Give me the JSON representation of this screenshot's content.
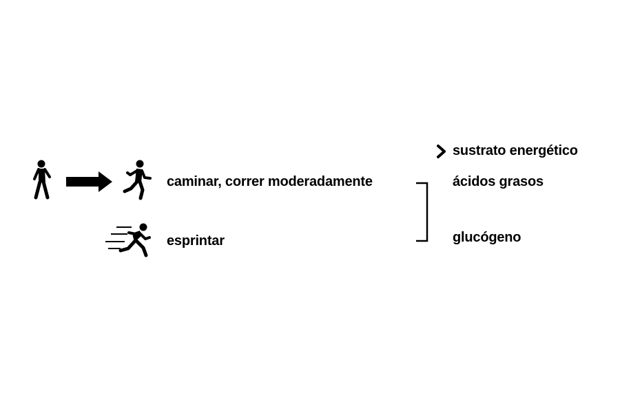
{
  "diagram": {
    "activities": {
      "moderate_label": "caminar, correr moderadamente",
      "sprint_label": "esprintar"
    },
    "substrate": {
      "header": "sustrato energético",
      "fat": "ácidos grasos",
      "glycogen": "glucógeno"
    },
    "icons": {
      "walker": "person-walking-icon",
      "arrow": "arrow-right-icon",
      "runner": "person-running-icon",
      "sprinter": "person-sprinting-icon",
      "chevron": "chevron-right-icon"
    },
    "colors": {
      "ink": "#000000",
      "background": "#ffffff"
    }
  }
}
